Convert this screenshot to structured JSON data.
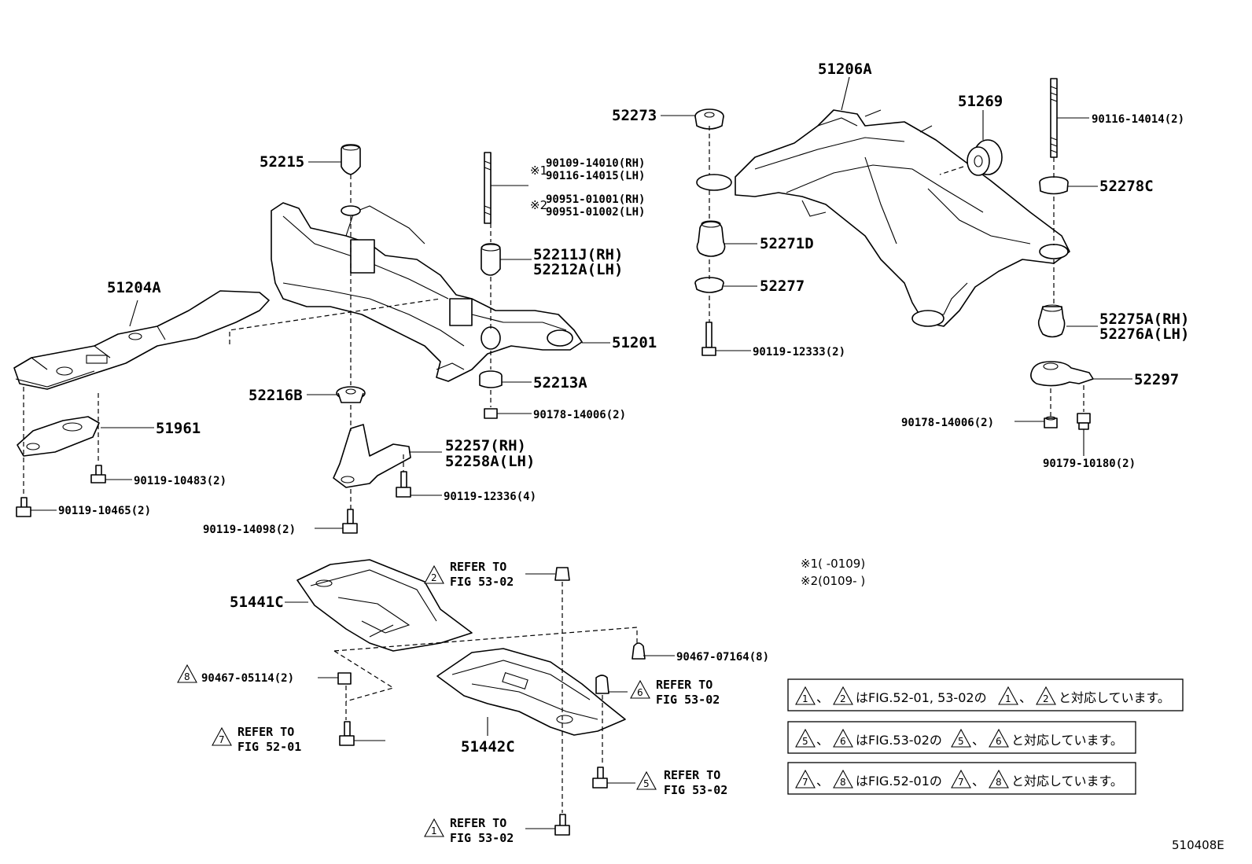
{
  "labels": {
    "p51206A": "51206A",
    "p52273": "52273",
    "p51269": "51269",
    "p90116_14014": "90116-14014(2)",
    "p52278C": "52278C",
    "p52271D": "52271D",
    "p52277": "52277",
    "p90119_12333": "90119-12333(2)",
    "p52275A": "52275A(RH)",
    "p52276A": "52276A(LH)",
    "p52297": "52297",
    "p90178_14006_r": "90178-14006(2)",
    "p90179_10180": "90179-10180(2)",
    "p52215": "52215",
    "mark1": "※1",
    "p90109_14010": "90109-14010(RH)",
    "p90116_14015": "90116-14015(LH)",
    "mark2": "※2",
    "p90951_01001": "90951-01001(RH)",
    "p90951_01002": "90951-01002(LH)",
    "p52211J": "52211J(RH)",
    "p52212A": "52212A(LH)",
    "p51204A": "51204A",
    "p51201": "51201",
    "p52213A": "52213A",
    "p52216B": "52216B",
    "p90178_14006_l": "90178-14006(2)",
    "p51961": "51961",
    "p52257": "52257(RH)",
    "p52258A": "52258A(LH)",
    "p90119_10483": "90119-10483(2)",
    "p90119_10465": "90119-10465(2)",
    "p90119_12336": "90119-12336(4)",
    "p90119_14098": "90119-14098(2)",
    "p51441C": "51441C",
    "p90467_07164": "90467-07164(8)",
    "p90467_05114": "90467-05114(2)",
    "p51442C": "51442C"
  },
  "references": {
    "ref2_line1": "REFER TO",
    "ref2_line2": "FIG 53-02",
    "ref6_line1": "REFER TO",
    "ref6_line2": "FIG 53-02",
    "ref7_line1": "REFER TO",
    "ref7_line2": "FIG 52-01",
    "ref5_line1": "REFER TO",
    "ref5_line2": "FIG 53-02",
    "ref1_line1": "REFER TO",
    "ref1_line2": "FIG 53-02"
  },
  "markers": {
    "m1": "1",
    "m2": "2",
    "m5": "5",
    "m6": "6",
    "m7": "7",
    "m8": "8"
  },
  "notes": {
    "note1": "※1(    -0109)",
    "note2": "※2(0109-    )"
  },
  "legend": {
    "box1_text": "はFIG.52-01, 53-02の",
    "box1_tail": "と対応しています。",
    "box2_text": "はFIG.53-02の",
    "box2_tail": "と対応しています。",
    "box3_text": "はFIG.52-01の",
    "box3_tail": "と対応しています。",
    "sep": "、"
  },
  "figure_id": "510408E"
}
